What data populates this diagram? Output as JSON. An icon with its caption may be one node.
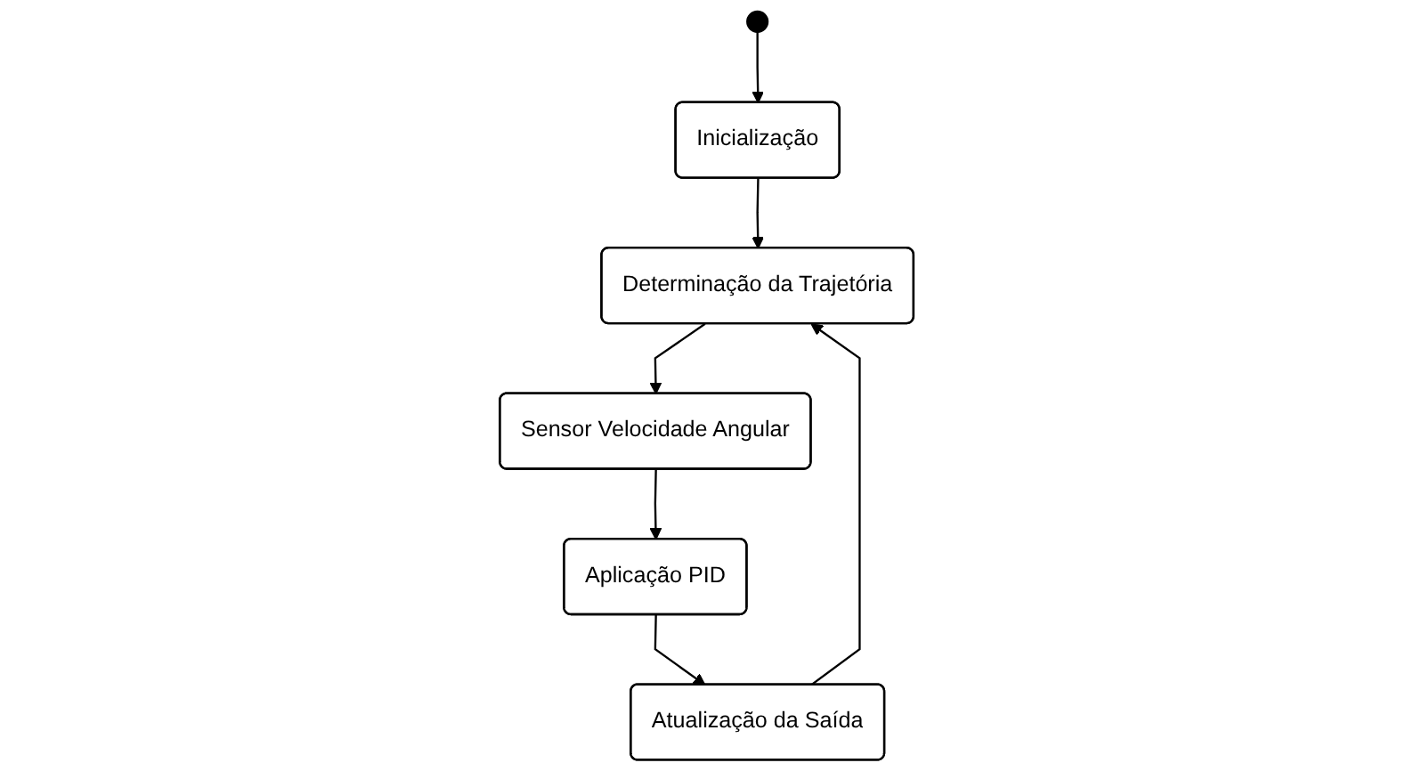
{
  "diagram": {
    "nodes": [
      {
        "text": [],
        "shape": "circle"
      },
      {
        "text": [
          "Inicialização"
        ]
      },
      {
        "text": [
          "Determinação da Trajetória"
        ]
      },
      {
        "text": [
          "Sensor Velocidade Angular"
        ]
      },
      {
        "text": [
          "Aplicação PID"
        ]
      },
      {
        "text": [
          "Atualização da Saída"
        ]
      }
    ],
    "edges": [
      {
        "from": 0,
        "to": 1,
        "arrow": "to"
      },
      {
        "from": 1,
        "to": 2,
        "arrow": "to"
      },
      {
        "from": 2,
        "to": 3,
        "arrow": "to"
      },
      {
        "from": 3,
        "to": 4,
        "arrow": "to"
      },
      {
        "from": 4,
        "to": 5,
        "arrow": "to"
      },
      {
        "from": 5,
        "to": 2,
        "arrow": "to"
      }
    ]
  }
}
